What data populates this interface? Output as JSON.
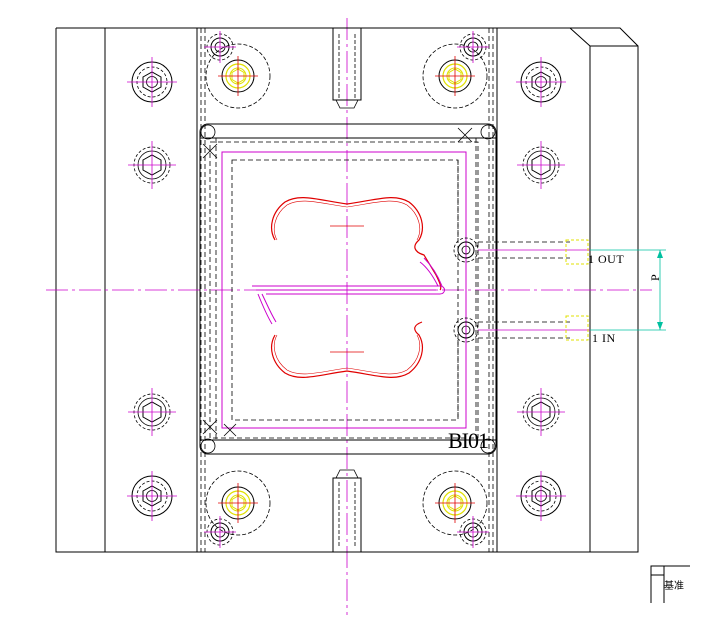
{
  "labels": {
    "outlet": "1  OUT",
    "inlet": "1  IN",
    "part_number": "BI01",
    "pitch_dimension": "P",
    "datum": "基准"
  },
  "colors": {
    "outline": "#000000",
    "centerline": "#cc00cc",
    "cavity": "#e00000",
    "cooling_fitting": "#e0e000",
    "dimension": "#00c0a0"
  }
}
